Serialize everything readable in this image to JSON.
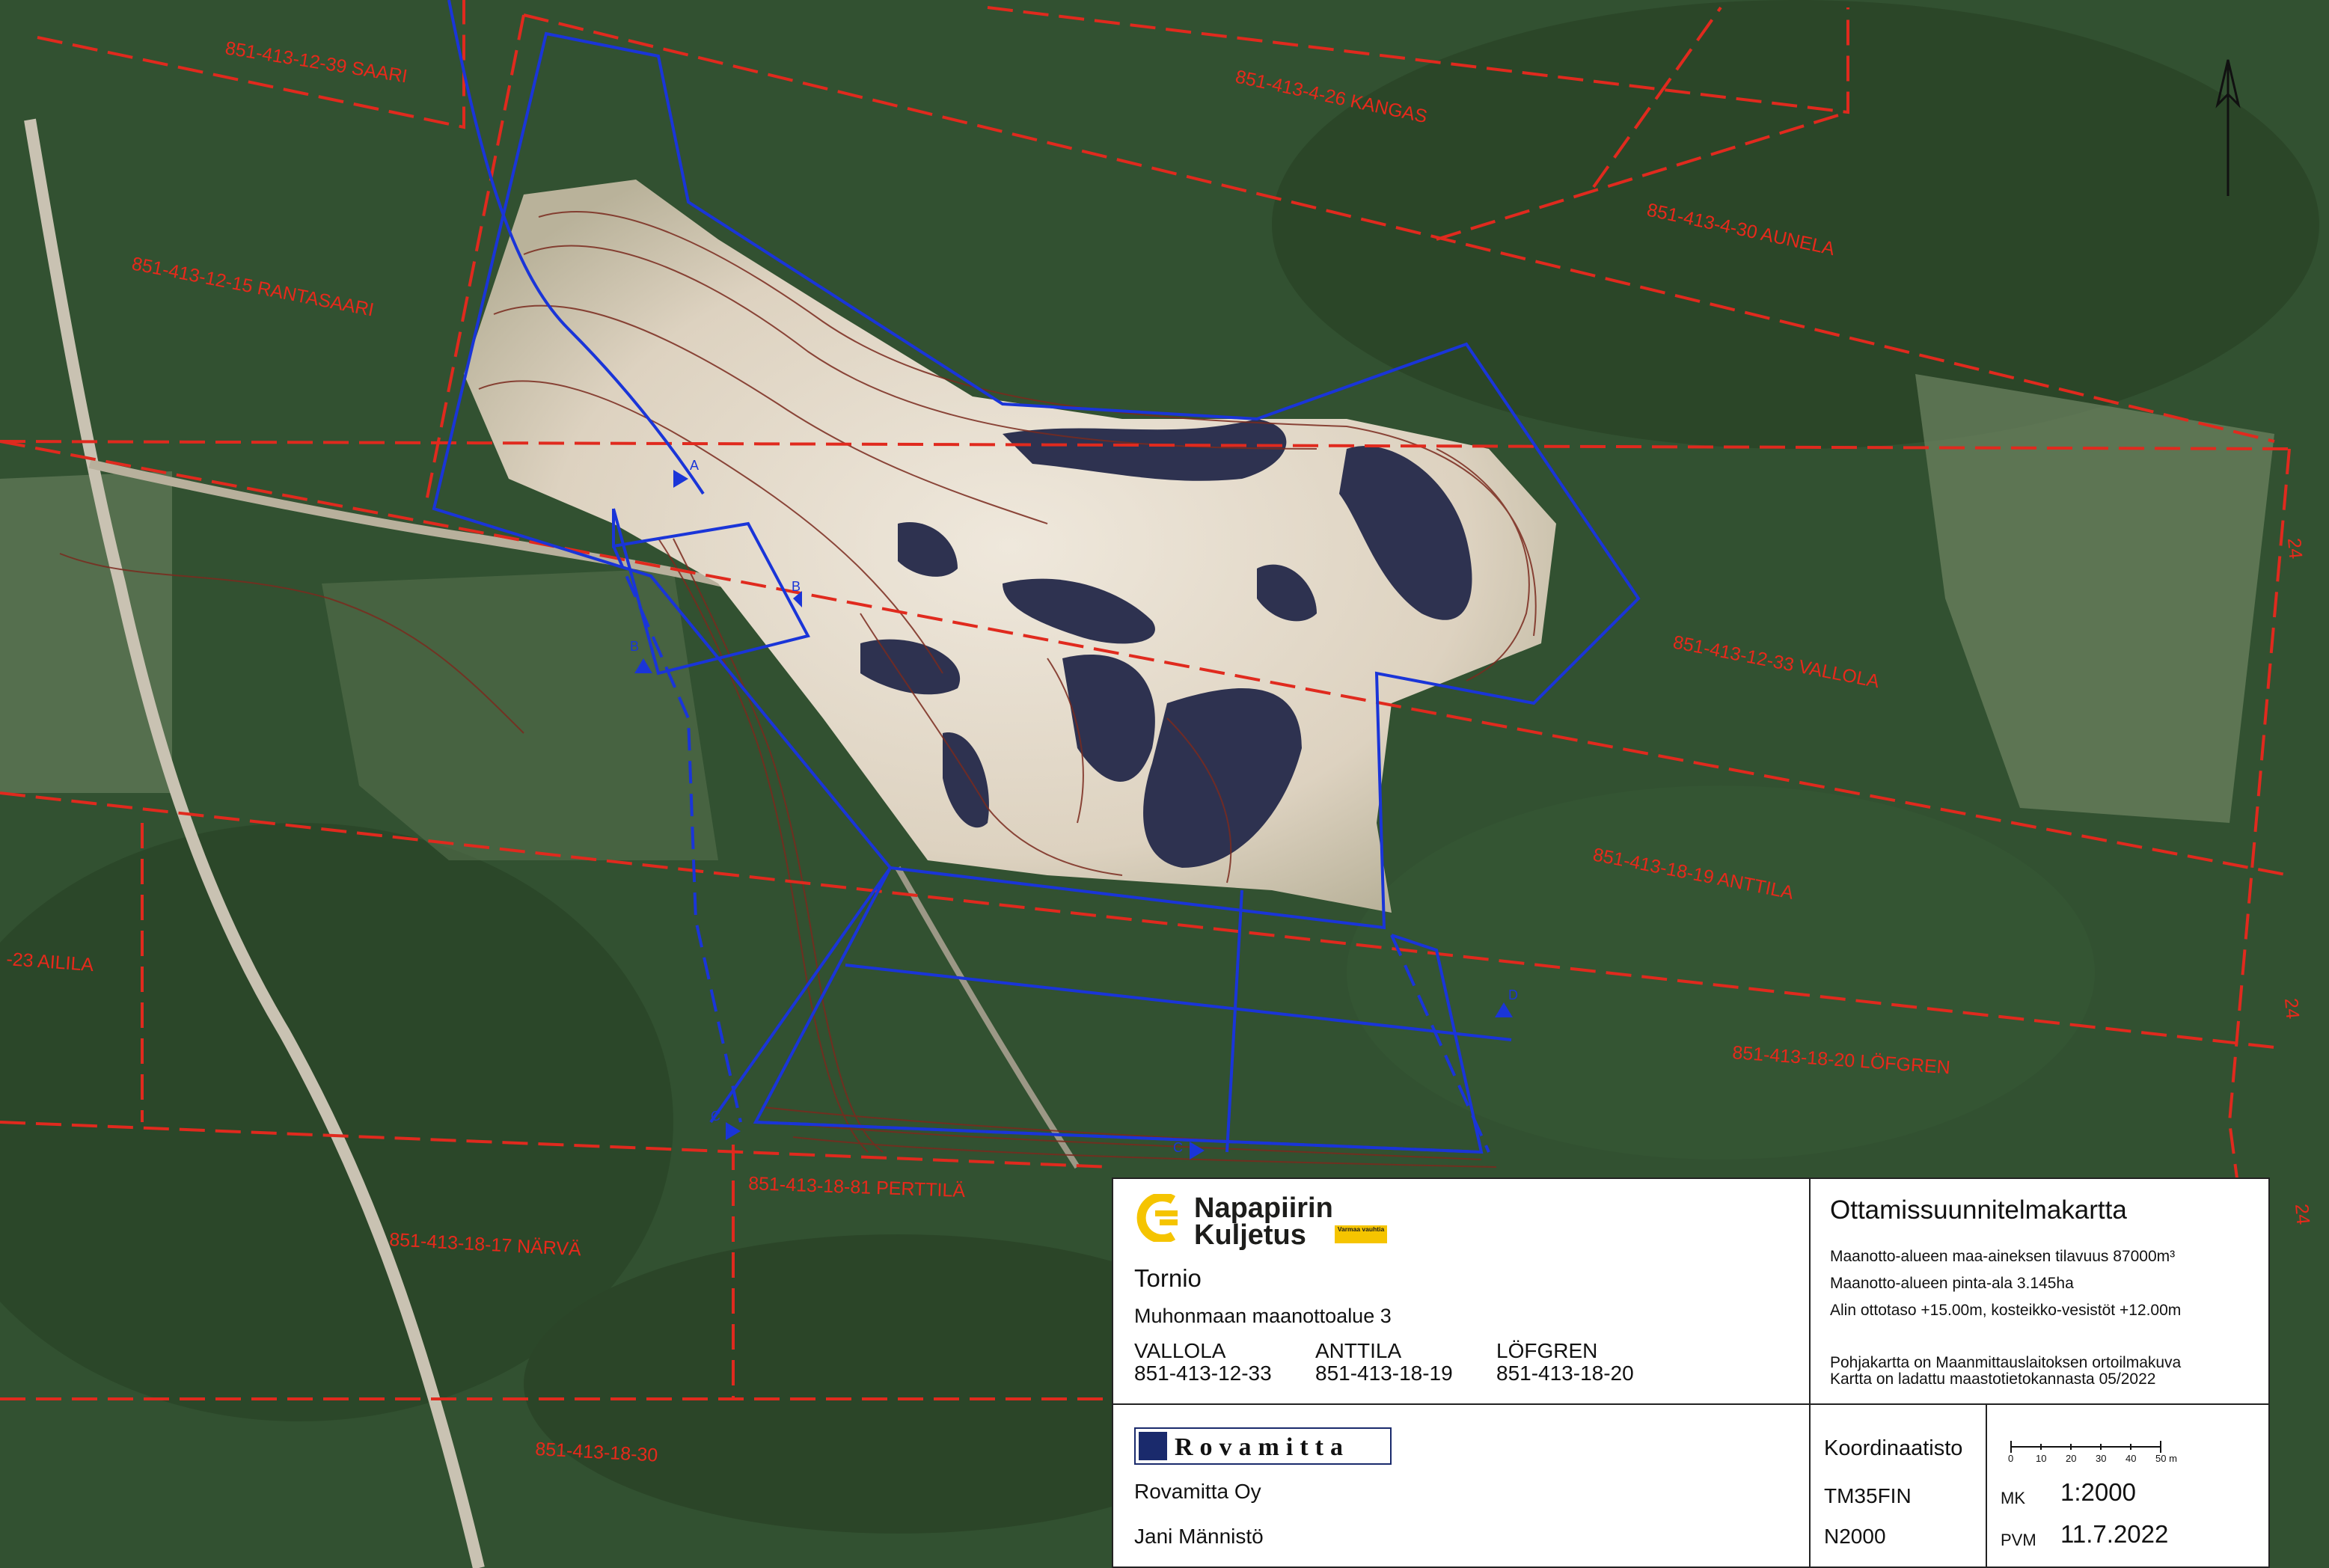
{
  "map": {
    "north_arrow": "north-arrow-icon",
    "plot_labels": [
      "851-413-12-39 SAARI",
      "851-413-4-26 KANGAS",
      "851-413-4-30 AUNELA",
      "851-413-12-15 RANTASAARI",
      "851-413-12-33 VALLOLA",
      "851-413-18-19 ANTTILA",
      "-23 AILILA",
      "851-413-18-20 LÖFGREN",
      "851-413-18-81 PERTTILÄ",
      "851-413-18-17 NÄRVÄ",
      "851-413-18-30",
      "24",
      "24",
      "24"
    ],
    "section_marks": [
      "A",
      "B",
      "B",
      "C",
      "C",
      "D"
    ]
  },
  "titleblock": {
    "company": {
      "line1": "Napapiirin",
      "line2": "Kuljetus",
      "tag": "Varmaa vauhtia"
    },
    "city": "Tornio",
    "area": "Muhonmaan maanottoalue 3",
    "properties": [
      {
        "name": "VALLOLA",
        "id": "851-413-12-33"
      },
      {
        "name": "ANTTILA",
        "id": "851-413-18-19"
      },
      {
        "name": "LÖFGREN",
        "id": "851-413-18-20"
      }
    ],
    "map_title": "Ottamissuunnitelmakartta",
    "details": [
      "Maanotto-alueen maa-aineksen tilavuus 87000m³",
      "Maanotto-alueen pinta-ala 3.145ha",
      "Alin ottotaso +15.00m, kosteikko-vesistöt +12.00m"
    ],
    "notes": [
      "Pohjakartta on Maanmittauslaitoksen ortoilmakuva",
      "Kartta on ladattu maastotietokannasta 05/2022"
    ],
    "designer_logo": "Rovamitta",
    "designer_company": "Rovamitta Oy",
    "designer_person": "Jani Männistö",
    "coord_label": "Koordinaatisto",
    "coord_system": "TM35FIN",
    "height_system": "N2000",
    "scalebar_ticks": [
      "0",
      "10",
      "20",
      "30",
      "40",
      "50 m"
    ],
    "mk_label": "MK",
    "scale": "1:2000",
    "pvm_label": "PVM",
    "date": "11.7.2022"
  }
}
